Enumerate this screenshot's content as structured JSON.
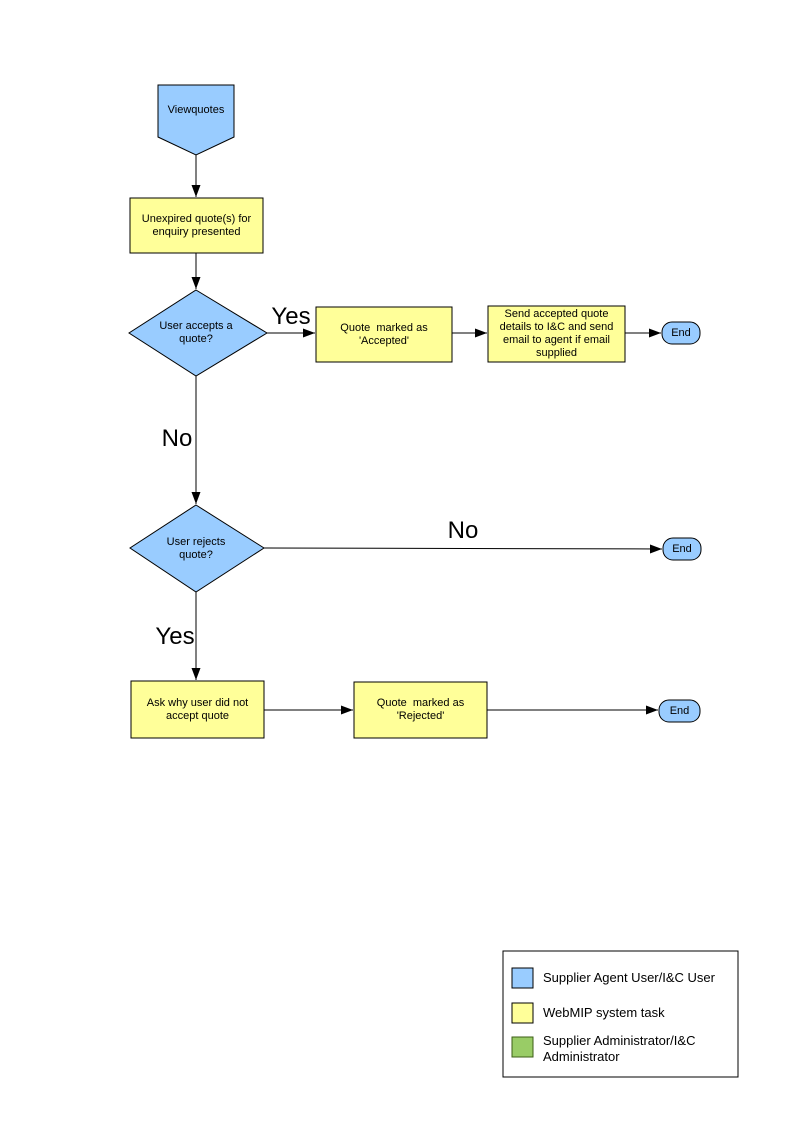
{
  "nodes": {
    "start": {
      "label": "Viewquotes",
      "type": "start"
    },
    "present": {
      "label": "Unexpired quote(s) for enquiry presented",
      "type": "system-task"
    },
    "accept_q": {
      "label": "User accepts a quote?",
      "type": "decision"
    },
    "accepted": {
      "label": "Quote  marked as 'Accepted'",
      "type": "system-task"
    },
    "send": {
      "label": "Send accepted quote details to I&C and send email to agent if email supplied",
      "type": "system-task"
    },
    "reject_q": {
      "label": "User rejects quote?",
      "type": "decision"
    },
    "ask_why": {
      "label": "Ask why user did not accept quote",
      "type": "system-task"
    },
    "rejected": {
      "label": "Quote  marked as 'Rejected'",
      "type": "system-task"
    },
    "end1": {
      "label": "End",
      "type": "terminator"
    },
    "end2": {
      "label": "End",
      "type": "terminator"
    },
    "end3": {
      "label": "End",
      "type": "terminator"
    }
  },
  "edges": {
    "accept_yes": "Yes",
    "accept_no": "No",
    "reject_no": "No",
    "reject_yes": "Yes"
  },
  "legend": {
    "items": [
      {
        "color": "#99CCFF",
        "label": "Supplier Agent User/I&C User"
      },
      {
        "color": "#FFFF99",
        "label": "WebMIP system task"
      },
      {
        "color": "#99CC66",
        "label": "Supplier Administrator/I&C Administrator"
      }
    ]
  },
  "colors": {
    "user_task": "#99CCFF",
    "system_task": "#FFFF99",
    "admin_task": "#99CC66",
    "connector": "#000000"
  }
}
